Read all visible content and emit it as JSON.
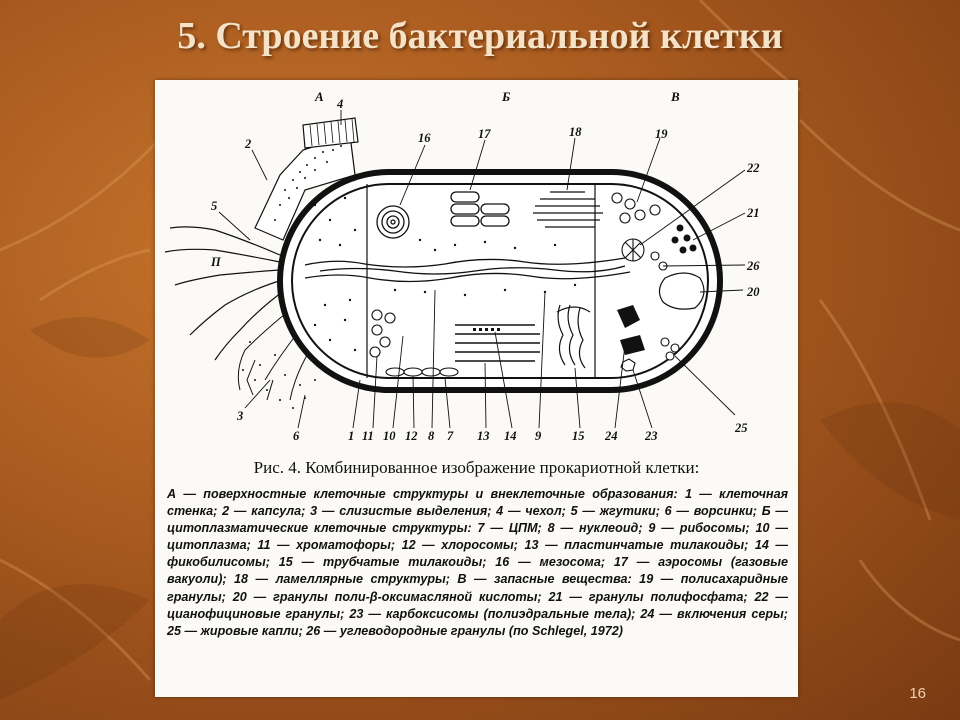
{
  "slide": {
    "title": "5. Строение бактериальной клетки",
    "number": "16"
  },
  "figure": {
    "sections": [
      "А",
      "Б",
      "В"
    ],
    "labels": {
      "l1": "1",
      "l2": "2",
      "l3": "3",
      "l4": "4",
      "l5": "5",
      "l6": "6",
      "l7": "7",
      "l8": "8",
      "l9": "9",
      "l10": "10",
      "l11": "11",
      "l12": "12",
      "l13": "13",
      "l14": "14",
      "l15": "15",
      "l16": "16",
      "l17": "17",
      "l18": "18",
      "l19": "19",
      "l20": "20",
      "l21": "21",
      "l22": "22",
      "l23": "23",
      "l24": "24",
      "l25": "25",
      "l26": "26",
      "lP": "П"
    },
    "caption_title": "Рис. 4. Комбинированное изображение прокариотной клетки:",
    "caption_body": "А — поверхностные клеточные структуры и внеклеточные образования: 1 — клеточная стенка; 2 — капсула; 3 — слизистые выделения; 4 — чехол; 5 — жгутики; 6 — ворсинки; Б — цитоплазматические клеточные структуры: 7 — ЦПМ; 8 — нуклеоид; 9 — рибосомы; 10 — цитоплазма; 11 — хроматофоры; 12 — хлоросомы; 13 — пластинчатые тилакоиды; 14 — фикобилисомы; 15 — трубчатые тилакоиды; 16 — мезосома; 17 — аэросомы (газовые вакуоли); 18 — ламеллярные структуры; В — запасные вещества: 19 — полисахаридные гранулы; 20 — гранулы поли-β-оксимасляной кислоты; 21 — гранулы полифосфата; 22 — цианофициновые гранулы; 23 — карбоксисомы (полиэдральные тела); 24 — включения серы; 25 — жировые капли; 26 — углеводородные гранулы (по Schlegel, 1972)"
  }
}
